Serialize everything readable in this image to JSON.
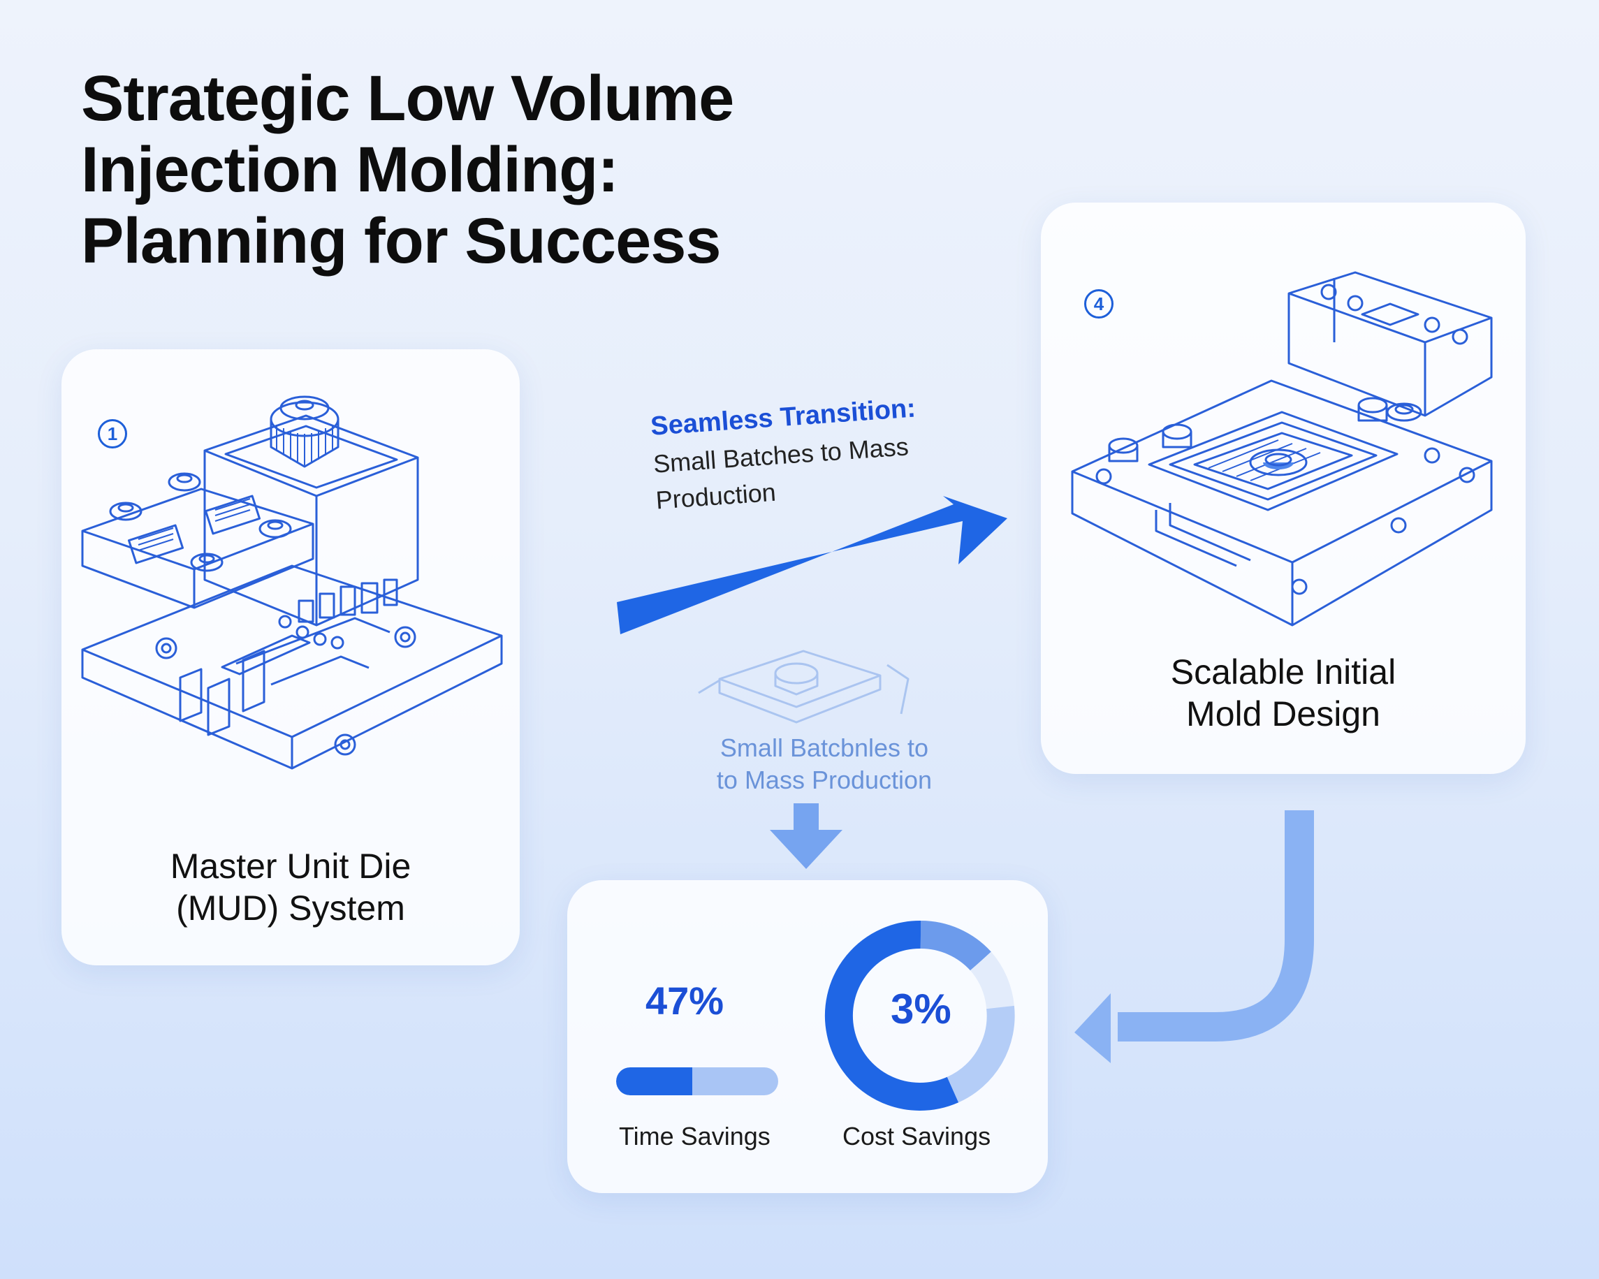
{
  "title": {
    "line1": "Strategic Low Volume",
    "line2": "Injection Molding:",
    "line3": "Planning for Success"
  },
  "mud_card": {
    "step": "1",
    "label_line1": "Master Unit Die",
    "label_line2": "(MUD) System",
    "illustration": "mud-system-exploded-icon"
  },
  "transition": {
    "title": "Seamless Transition:",
    "sub_line1": "Small Batches to Mass",
    "sub_line2": "Production"
  },
  "ghost_caption": {
    "line1": "Small Batcbnles to",
    "line2": "to Mass Production"
  },
  "mold_card": {
    "step": "4",
    "label_line1": "Scalable Initial",
    "label_line2": "Mold Design",
    "illustration": "mold-base-icon"
  },
  "stats": {
    "time": {
      "value": "47%",
      "label": "Time Savings",
      "progress": 0.47
    },
    "cost": {
      "value": "3%",
      "label": "Cost Savings"
    }
  },
  "colors": {
    "accent": "#1b4fd6",
    "arrow": "#1f66e5",
    "light_arrow": "#8ab2f3",
    "line_art": "#2a5fd8"
  }
}
